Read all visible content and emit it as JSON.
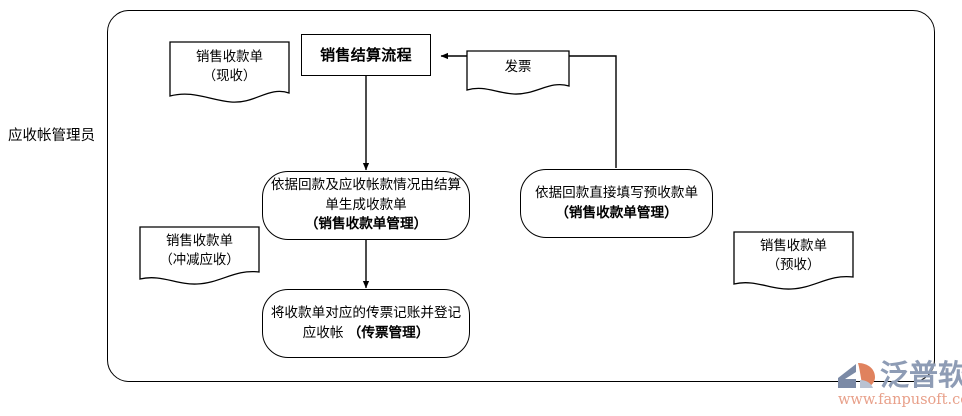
{
  "diagram": {
    "type": "flowchart",
    "lane": {
      "label": "应收帐管理员"
    },
    "title_node": {
      "label": "销售结算流程"
    },
    "documents": [
      {
        "id": "doc-sales-receipt-cash",
        "line1": "销售收款单",
        "line2": "（现收）"
      },
      {
        "id": "doc-invoice",
        "line1": "发票",
        "line2": ""
      },
      {
        "id": "doc-sales-receipt-offset",
        "line1": "销售收款单",
        "line2": "（冲减应收）"
      },
      {
        "id": "doc-sales-receipt-advance",
        "line1": "销售收款单",
        "line2": "（预收）"
      }
    ],
    "processes": [
      {
        "id": "proc-generate-receipt",
        "normal": "依据回款及应收帐款情况由结算单生成收款单",
        "bold": "（销售收款单管理）"
      },
      {
        "id": "proc-advance-receipt",
        "normal": "依据回款直接填写预收款单 ",
        "bold": "（销售收款单管理）"
      },
      {
        "id": "proc-voucher-posting",
        "normal": "将收款单对应的传票记账并登记应收帐 ",
        "bold": "（传票管理）"
      }
    ],
    "connectors": [
      {
        "id": "conn-title-to-generate",
        "from": "title_node",
        "to": "proc-generate-receipt",
        "arrow": true
      },
      {
        "id": "conn-generate-to-voucher",
        "from": "proc-generate-receipt",
        "to": "proc-voucher-posting",
        "arrow": true
      },
      {
        "id": "conn-advance-to-title",
        "from": "proc-advance-receipt",
        "to": "title_node",
        "arrow": true
      }
    ]
  },
  "watermark": {
    "brand": "泛普软件",
    "url": "www.fanpusoft.com",
    "brand_color": "#8e9cb5",
    "url_color": "#e8a08a",
    "accent_color": "#e0825e"
  },
  "colors": {
    "stroke": "#000000",
    "background": "#ffffff"
  }
}
